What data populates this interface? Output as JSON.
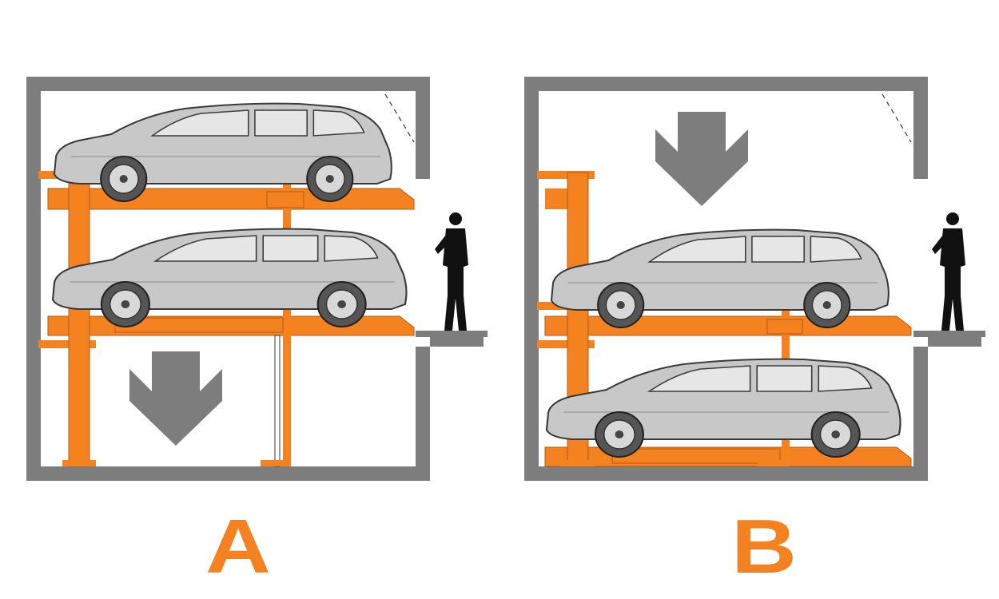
{
  "panels": [
    {
      "id": "A",
      "label": "A",
      "lowering_direction": "down"
    },
    {
      "id": "B",
      "label": "B",
      "lowering_direction": "down"
    }
  ],
  "colors": {
    "wall": "#7d7d7d",
    "platform": "#f58220",
    "car_body": "#c8c8c8",
    "car_outline": "#3a3a3a",
    "arrow": "#7d7d7d",
    "person": "#111111",
    "label": "#f58220"
  },
  "icons": [
    "down-arrow-icon",
    "person-icon",
    "car-icon"
  ]
}
